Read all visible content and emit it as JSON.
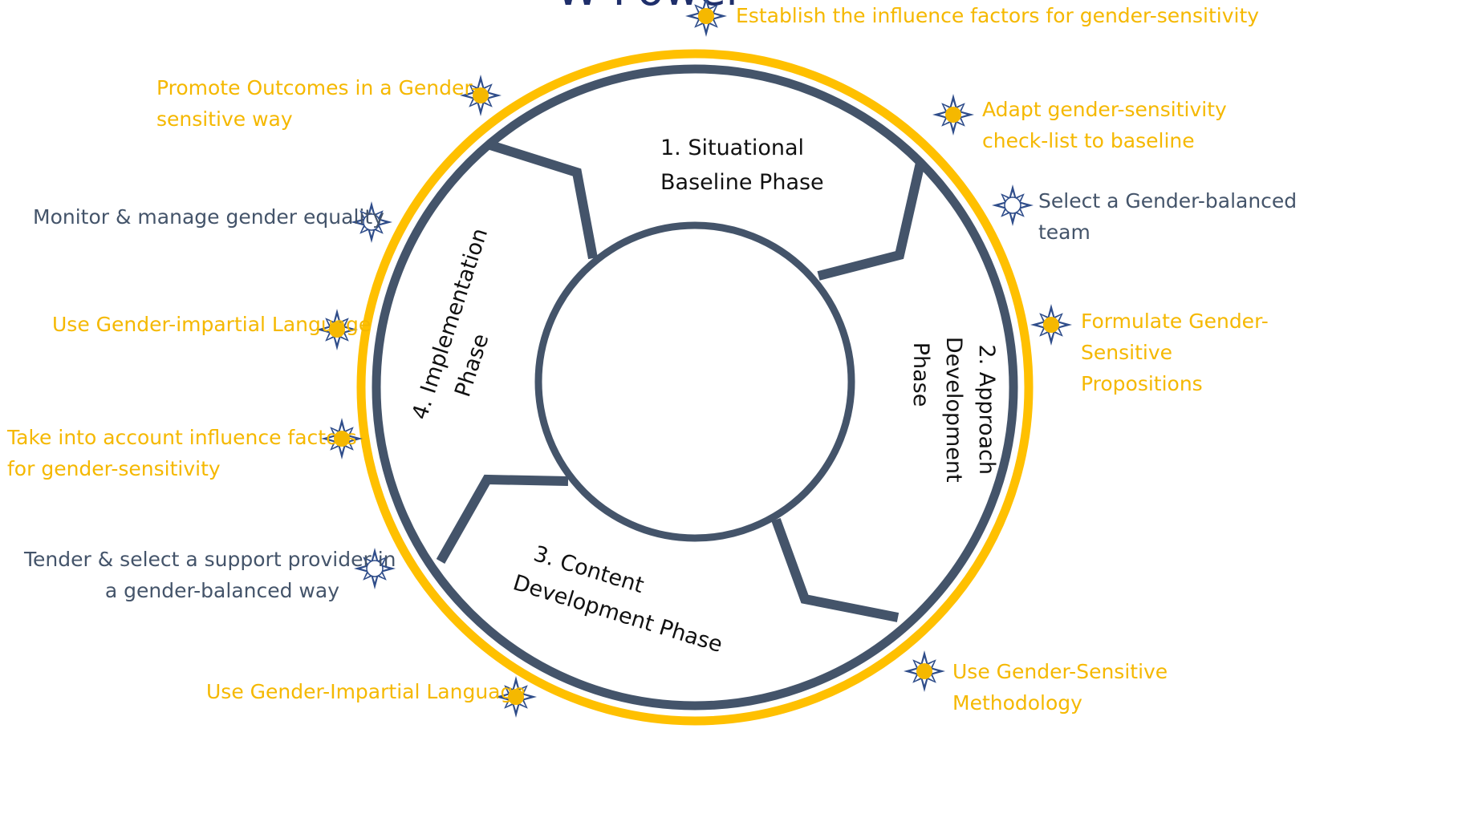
{
  "title": "W Power",
  "colors": {
    "ring_outer": "#ffc000",
    "ring_inner": "#44546a",
    "label_yellow": "#f5b800",
    "label_slate": "#44546a",
    "star_points": "#2f4d8a",
    "star_center_filled": "#f5b800",
    "star_center_open": "#ffffff"
  },
  "phases": [
    {
      "number": "1.",
      "lines": [
        "1. Situational",
        "Baseline Phase"
      ]
    },
    {
      "number": "2.",
      "lines": [
        "2. Approach",
        "Development",
        "Phase"
      ]
    },
    {
      "number": "3.",
      "lines": [
        "3. Content",
        "Development Phase"
      ]
    },
    {
      "number": "4.",
      "lines": [
        "4. Implementation",
        "Phase"
      ]
    }
  ],
  "labels": {
    "top_right_1": {
      "lines": [
        "Establish the influence factors for gender-sensitivity"
      ],
      "style": "yellow",
      "icon": "star-filled"
    },
    "right_1": {
      "lines": [
        "Adapt gender-sensitivity",
        "check-list to baseline"
      ],
      "style": "yellow",
      "icon": "star-filled"
    },
    "right_2": {
      "lines": [
        "Select a Gender-balanced",
        "team"
      ],
      "style": "slate",
      "icon": "star-open"
    },
    "right_3": {
      "lines": [
        "Formulate Gender-",
        "Sensitive",
        "Propositions"
      ],
      "style": "yellow",
      "icon": "star-filled"
    },
    "right_4": {
      "lines": [
        "Use Gender-Sensitive",
        "Methodology"
      ],
      "style": "yellow",
      "icon": "star-filled"
    },
    "left_1": {
      "lines": [
        "Promote Outcomes in a Gender-",
        "sensitive way"
      ],
      "style": "yellow",
      "icon": "star-filled"
    },
    "left_2": {
      "lines": [
        "Monitor & manage gender equality"
      ],
      "style": "slate",
      "icon": "star-open"
    },
    "left_3": {
      "lines": [
        "Use Gender-impartial Language"
      ],
      "style": "yellow",
      "icon": "star-filled"
    },
    "left_4": {
      "lines": [
        "Take into account influence factors",
        "for gender-sensitivity"
      ],
      "style": "yellow",
      "icon": "star-filled"
    },
    "left_5": {
      "lines": [
        "Tender & select a support provider in",
        "a gender-balanced way"
      ],
      "style": "slate",
      "icon": "star-open"
    },
    "bottom_1": {
      "lines": [
        "Use Gender-Impartial Language"
      ],
      "style": "yellow",
      "icon": "star-filled"
    }
  }
}
